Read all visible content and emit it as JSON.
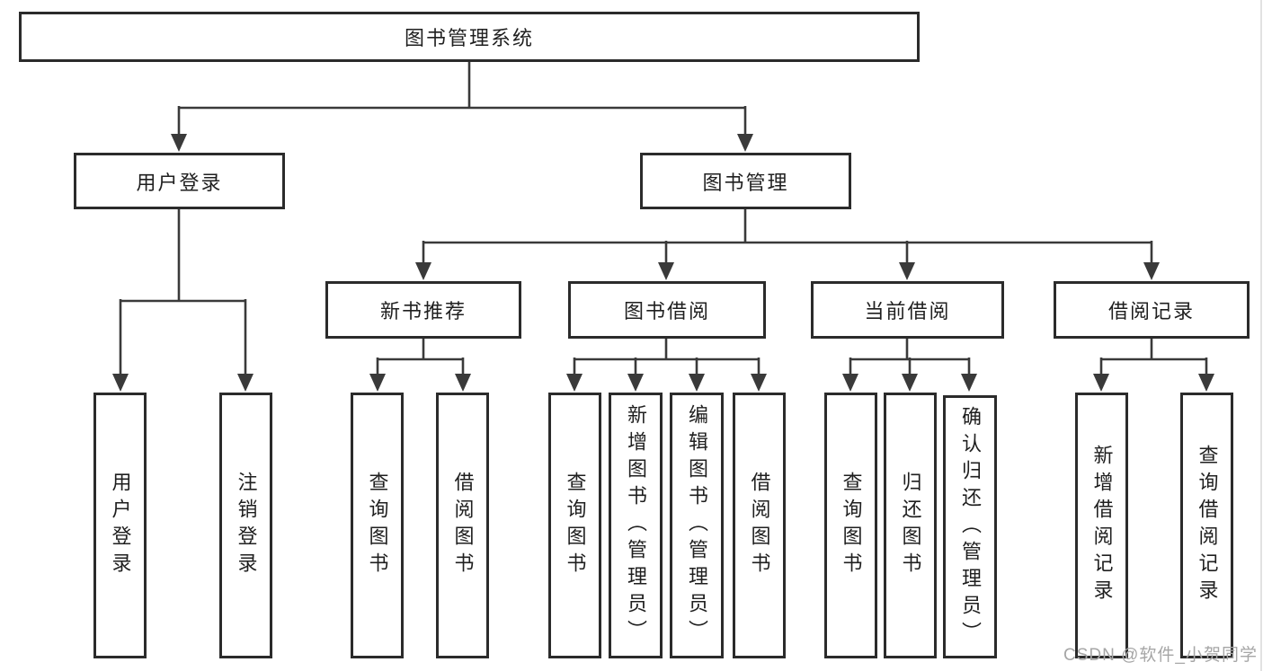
{
  "title": "图书管理系统",
  "watermark": "CSDN @软件_小贺同学",
  "colors": {
    "line": "#3a3a3a",
    "box_border": "#2b2b2b",
    "text": "#1f1f1f",
    "watermark": "#a6a6a6",
    "background": "#ffffff"
  },
  "nodes": {
    "root": "图书管理系统",
    "user_login": "用户登录",
    "book_mgmt": "图书管理",
    "new_book_rec": "新书推荐",
    "book_borrow": "图书借阅",
    "current_borrow": "当前借阅",
    "borrow_record": "借阅记录",
    "login": "用户登录",
    "logout": "注销登录",
    "rec_query": "查询图书",
    "rec_borrow": "借阅图书",
    "bb_query": "查询图书",
    "bb_add": "新增图书（管理员）",
    "bb_edit": "编辑图书（管理员）",
    "bb_borrow": "借阅图书",
    "cb_query": "查询图书",
    "cb_return": "归还图书",
    "cb_confirm": "确认归还（管理员）",
    "br_add": "新增借阅记录",
    "br_query": "查询借阅记录"
  },
  "tree": {
    "label": "图书管理系统",
    "children": [
      {
        "label": "用户登录",
        "children": [
          {
            "label": "用户登录"
          },
          {
            "label": "注销登录"
          }
        ]
      },
      {
        "label": "图书管理",
        "children": [
          {
            "label": "新书推荐",
            "children": [
              {
                "label": "查询图书"
              },
              {
                "label": "借阅图书"
              }
            ]
          },
          {
            "label": "图书借阅",
            "children": [
              {
                "label": "查询图书"
              },
              {
                "label": "新增图书（管理员）"
              },
              {
                "label": "编辑图书（管理员）"
              },
              {
                "label": "借阅图书"
              }
            ]
          },
          {
            "label": "当前借阅",
            "children": [
              {
                "label": "查询图书"
              },
              {
                "label": "归还图书"
              },
              {
                "label": "确认归还（管理员）"
              }
            ]
          },
          {
            "label": "借阅记录",
            "children": [
              {
                "label": "新增借阅记录"
              },
              {
                "label": "查询借阅记录"
              }
            ]
          }
        ]
      }
    ]
  }
}
